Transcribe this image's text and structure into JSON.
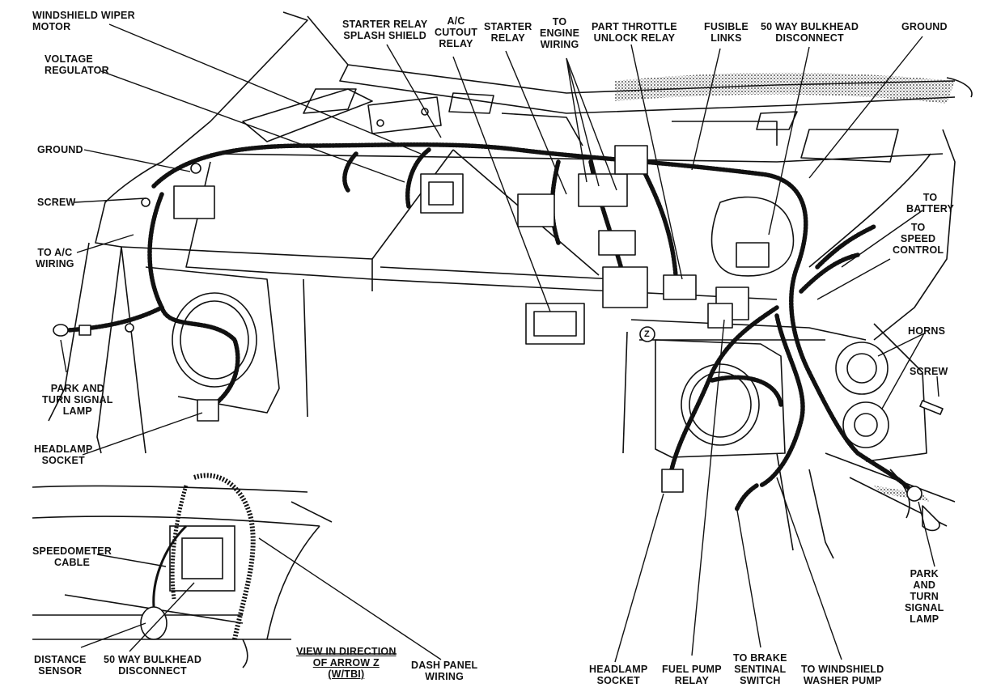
{
  "labels": {
    "windshield_wiper_motor": "WINDSHIELD WIPER\nMOTOR",
    "voltage_regulator": "VOLTAGE\nREGULATOR",
    "ground_left": "GROUND",
    "screw_left": "SCREW",
    "to_ac_wiring": "TO A/C\nWIRING",
    "park_turn_left": "PARK AND\nTURN SIGNAL\nLAMP",
    "headlamp_socket_left": "HEADLAMP\nSOCKET",
    "starter_relay_splash_shield": "STARTER RELAY\nSPLASH SHIELD",
    "ac_cutout_relay": "A/C\nCUTOUT\nRELAY",
    "starter_relay": "STARTER\nRELAY",
    "to_engine_wiring": "TO\nENGINE\nWIRING",
    "part_throttle_unlock_relay": "PART THROTTLE\nUNLOCK RELAY",
    "fusible_links": "FUSIBLE\nLINKS",
    "bulkhead_top": "50 WAY BULKHEAD\nDISCONNECT",
    "ground_right": "GROUND",
    "to_battery": "TO\nBATTERY",
    "to_speed_control": "TO\nSPEED\nCONTROL",
    "horns": "HORNS",
    "screw_right": "SCREW",
    "park_turn_right": "PARK\nAND\nTURN\nSIGNAL\nLAMP",
    "speedometer_cable": "SPEEDOMETER\nCABLE",
    "distance_sensor": "DISTANCE\nSENSOR",
    "bulkhead_bottom": "50 WAY BULKHEAD\nDISCONNECT",
    "view_direction": "VIEW IN DIRECTION\nOF ARROW Z\n(W/TBI)",
    "dash_panel_wiring": "DASH PANEL\nWIRING",
    "headlamp_socket_right": "HEADLAMP\nSOCKET",
    "fuel_pump_relay": "FUEL PUMP\nRELAY",
    "brake_switch": "TO BRAKE\nSENTINAL\nSWITCH",
    "washer_pump": "TO WINDSHIELD\nWASHER PUMP",
    "arrow_z": "Z"
  }
}
